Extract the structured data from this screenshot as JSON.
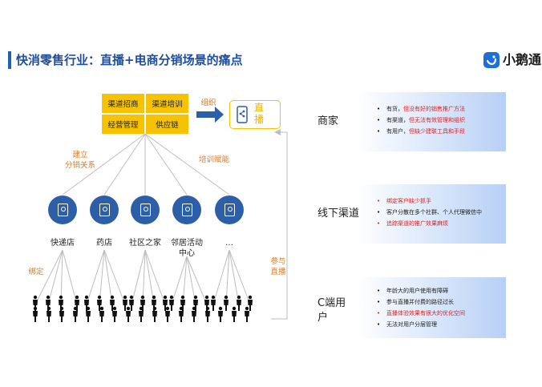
{
  "title": "快消零售行业：直播+电商分销场景的痛点",
  "brand": {
    "name": "小鹅通",
    "color": "#1e6fd9"
  },
  "colors": {
    "accent_blue": "#2d5ea8",
    "yellow": "#f7c200",
    "orange": "#d97a28",
    "red": "#e02020"
  },
  "diagram": {
    "boxes": [
      "渠道招商",
      "渠道培训",
      "经营管理",
      "供应链"
    ],
    "organize_label": "组织",
    "live_label": "直播",
    "live_icon": "phone-share-icon",
    "edge_left": "建立\n分销关系",
    "edge_right": "培训赋能",
    "bind_label": "绑定",
    "participate_label": "参与\n直播",
    "channels": [
      "快递店",
      "药店",
      "社区之家",
      "邻居活动\n中心",
      "…"
    ],
    "channel_icon": "document-icon",
    "person_icon": "person-icon"
  },
  "panels": [
    {
      "title": "商家",
      "bullets": [
        {
          "plain": "有货，",
          "red": "但没有好的销售推广方法"
        },
        {
          "plain": "有渠道，",
          "red": "但无法有效管理和组织"
        },
        {
          "plain": "有用户，",
          "red": "但缺少建联工具和手段"
        }
      ]
    },
    {
      "title": "线下渠道",
      "bullets": [
        {
          "plain": "",
          "red": "绑定客户缺少抓手"
        },
        {
          "plain": "客户分散在多个社群、个人代理微信中",
          "red": ""
        },
        {
          "plain": "",
          "red": "追踪渠道的推广效果麻烦"
        }
      ]
    },
    {
      "title": "C端用\n户",
      "bullets": [
        {
          "plain": "年龄大的用户使用有障碍",
          "red": ""
        },
        {
          "plain": "参与直播并付费的路径过长",
          "red": ""
        },
        {
          "plain": "",
          "red": "直播体验效果有很大的优化空间"
        },
        {
          "plain": "无法对用户分层管理",
          "red": ""
        }
      ]
    }
  ]
}
